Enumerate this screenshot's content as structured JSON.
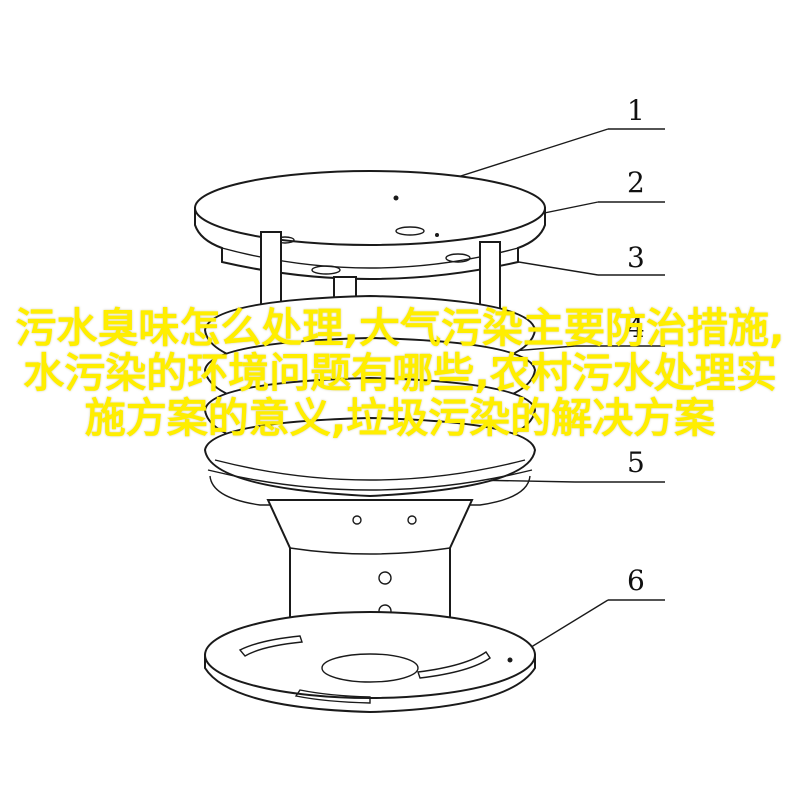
{
  "callouts": [
    {
      "label": "1"
    },
    {
      "label": "2"
    },
    {
      "label": "3"
    },
    {
      "label": "4"
    },
    {
      "label": "5"
    },
    {
      "label": "6"
    }
  ],
  "overlay": {
    "text": "污水臭味怎么处理,大气污染主要防治措施,水污染的环境问题有哪些,农村污水处理实施方案的意义,垃圾污染的解决方案",
    "color": "#ffee00"
  }
}
